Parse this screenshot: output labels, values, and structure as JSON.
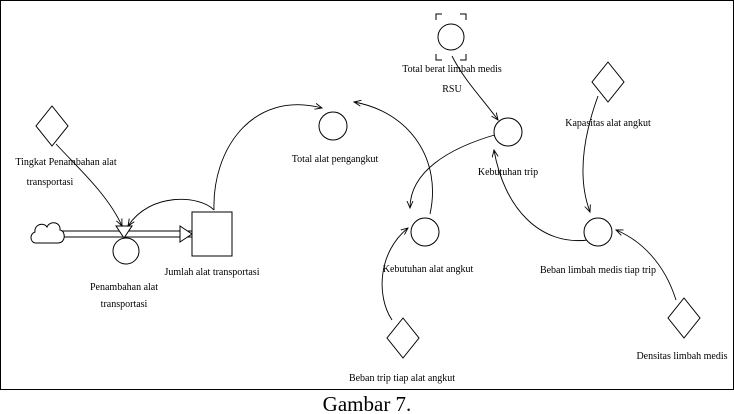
{
  "diagram": {
    "nodes": {
      "tingkat": "Tingkat Penambahan alat",
      "tingkat2": "transportasi",
      "penambahan": "Penambahan alat",
      "penambahan2": "transportasi",
      "jumlah": "Jumlah alat transportasi",
      "total_alat": "Total alat pengangkut",
      "total_berat": "Total berat limbah medis",
      "total_berat2": "RSU",
      "kebutuhan_trip": "Kebutuhan trip",
      "kebutuhan_alat": "Kebutuhan alat angkut",
      "kapasitas": "Kapasitas alat angkut",
      "beban_limbah": "Beban limbah medis tiap trip",
      "beban_trip": "Beban trip tiap alat angkut",
      "densitas": "Densitas limbah medis"
    }
  },
  "caption": "Gambar 7."
}
